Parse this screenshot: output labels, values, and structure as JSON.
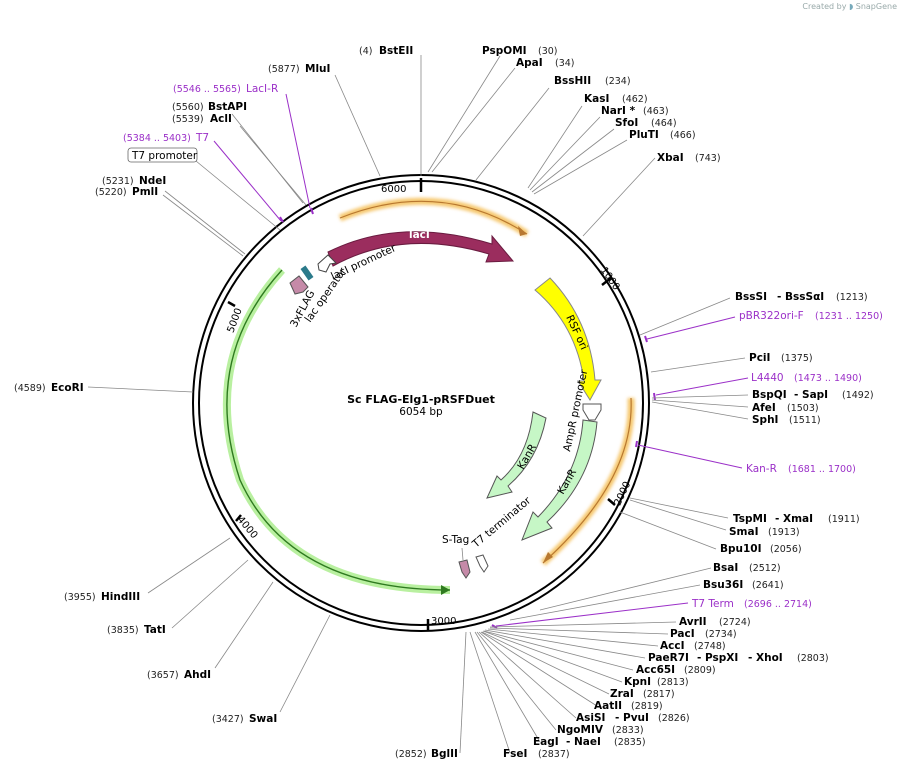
{
  "credit": {
    "prefix": "Created by",
    "brand": "SnapGene"
  },
  "plasmid": {
    "name": "Sc FLAG-Elg1-pRSFDuet",
    "size": "6054 bp"
  },
  "ticks": [
    "6000",
    "1000",
    "2000",
    "3000",
    "4000",
    "5000"
  ],
  "features": {
    "lacI": "lacI",
    "lacI_promoter": "lacI promoter",
    "lac_operator": "lac operator",
    "flag": "3xFLAG",
    "rsf_ori": "RSF ori",
    "ampr_promoter": "AmpR promoter",
    "kanr_a": "KanR",
    "kanr_b": "KanR",
    "t7_terminator": "T7 terminator",
    "s_tag": "S-Tag",
    "t7_promoter_box": "T7 promoter"
  },
  "enzymes": [
    {
      "pos": "(4)",
      "name": "BstEII"
    },
    {
      "pos": "(30)",
      "name": "PspOMI"
    },
    {
      "pos": "(34)",
      "name": "ApaI"
    },
    {
      "pos": "(234)",
      "name": "BssHII"
    },
    {
      "pos": "(462)",
      "name": "KasI"
    },
    {
      "pos": "(463)",
      "name": "NarI *"
    },
    {
      "pos": "(464)",
      "name": "SfoI"
    },
    {
      "pos": "(466)",
      "name": "PluTI"
    },
    {
      "pos": "(743)",
      "name": "XbaI"
    },
    {
      "pos": "(1213)",
      "name": "BssSI",
      "name2": "- BssSαI"
    },
    {
      "pos": "(1375)",
      "name": "PciI"
    },
    {
      "pos": "(1492)",
      "name": "BspQI",
      "name2": "- SapI"
    },
    {
      "pos": "(1503)",
      "name": "AfeI"
    },
    {
      "pos": "(1511)",
      "name": "SphI"
    },
    {
      "pos": "(1911)",
      "name": "TspMI",
      "name2": "- XmaI"
    },
    {
      "pos": "(1913)",
      "name": "SmaI"
    },
    {
      "pos": "(2056)",
      "name": "Bpu10I"
    },
    {
      "pos": "(2512)",
      "name": "BsaI"
    },
    {
      "pos": "(2641)",
      "name": "Bsu36I"
    },
    {
      "pos": "(2724)",
      "name": "AvrII"
    },
    {
      "pos": "(2734)",
      "name": "PacI"
    },
    {
      "pos": "(2748)",
      "name": "AccI"
    },
    {
      "pos": "(2803)",
      "name": "PaeR7I",
      "name2": "- PspXI",
      "name3": "- XhoI"
    },
    {
      "pos": "(2809)",
      "name": "Acc65I"
    },
    {
      "pos": "(2813)",
      "name": "KpnI"
    },
    {
      "pos": "(2817)",
      "name": "ZraI"
    },
    {
      "pos": "(2819)",
      "name": "AatII"
    },
    {
      "pos": "(2826)",
      "name": "AsiSI",
      "name2": "- PvuI"
    },
    {
      "pos": "(2833)",
      "name": "NgoMIV"
    },
    {
      "pos": "(2835)",
      "name": "EagI",
      "name2": "- NaeI"
    },
    {
      "pos": "(2837)",
      "name": "FseI"
    },
    {
      "pos": "(2852)",
      "name": "BglII"
    },
    {
      "pos": "(3427)",
      "name": "SwaI"
    },
    {
      "pos": "(3657)",
      "name": "AhdI"
    },
    {
      "pos": "(3835)",
      "name": "TatI"
    },
    {
      "pos": "(3955)",
      "name": "HindIII"
    },
    {
      "pos": "(4589)",
      "name": "EcoRI"
    },
    {
      "pos": "(5220)",
      "name": "PmlI"
    },
    {
      "pos": "(5231)",
      "name": "NdeI"
    },
    {
      "pos": "(5539)",
      "name": "AclI"
    },
    {
      "pos": "(5560)",
      "name": "BstAPI"
    },
    {
      "pos": "(5877)",
      "name": "MluI"
    }
  ],
  "primers": [
    {
      "name": "LacI-R",
      "range": "(5546 .. 5565)"
    },
    {
      "name": "T7",
      "range": "(5384 .. 5403)"
    },
    {
      "name": "pBR322ori-F",
      "range": "(1231 .. 1250)"
    },
    {
      "name": "L4440",
      "range": "(1473 .. 1490)"
    },
    {
      "name": "Kan-R",
      "range": "(1681 .. 1700)"
    },
    {
      "name": "T7 Term",
      "range": "(2696 .. 2714)"
    }
  ],
  "colors": {
    "lacI": "#9b2d5e",
    "rsf_ori": "#ffff00",
    "kanr": "#c6f7c6",
    "orange_arc": "#f0a040",
    "green_arc": "#4caf30",
    "primer": "#9b30c8"
  }
}
